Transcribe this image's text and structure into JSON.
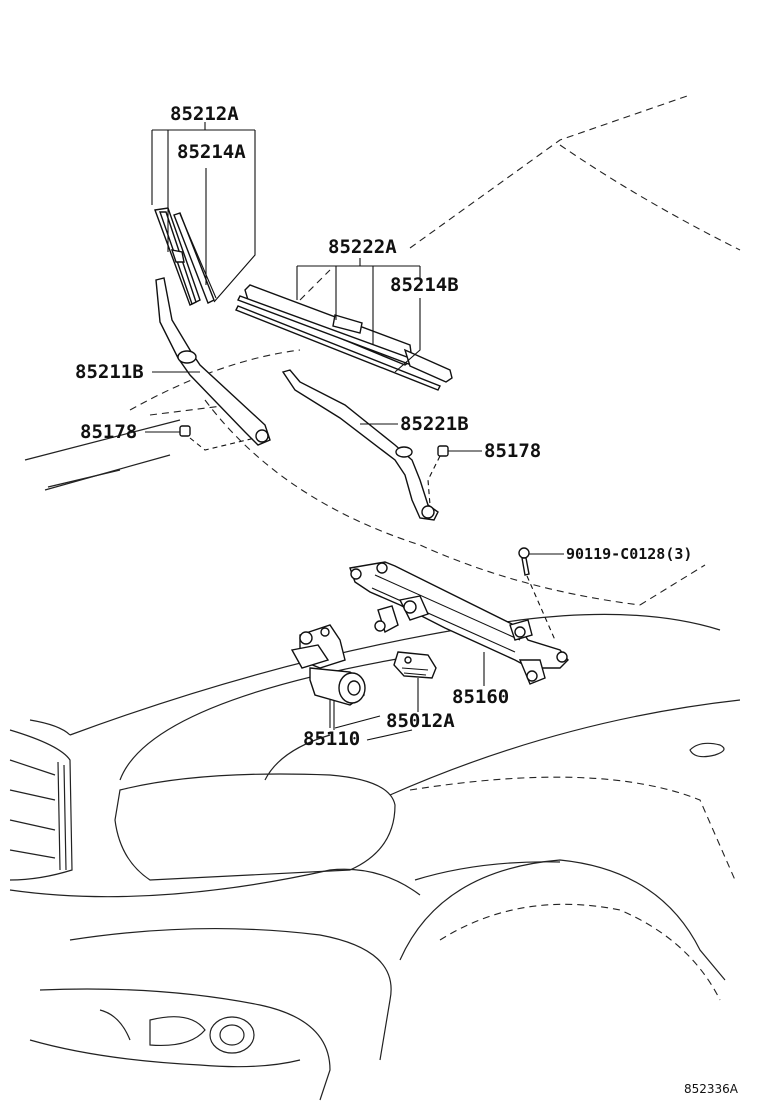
{
  "parts": {
    "p85212A": "85212A",
    "p85214A": "85214A",
    "p85222A": "85222A",
    "p85214B": "85214B",
    "p85211B": "85211B",
    "p85178_left": "85178",
    "p85221B": "85221B",
    "p85178_right": "85178",
    "p90119": "90119-C0128(3)",
    "p85160": "85160",
    "p85012A": "85012A",
    "p85110": "85110"
  },
  "reference": "852336A"
}
